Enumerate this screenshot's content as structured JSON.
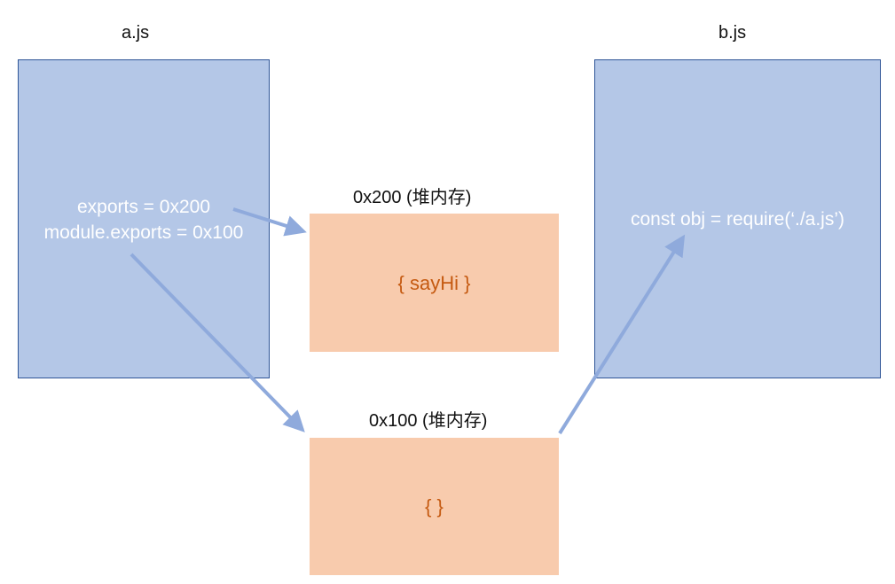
{
  "modules": {
    "a": {
      "title": "a.js",
      "line1": "exports = 0x200",
      "line2": "module.exports = 0x100"
    },
    "b": {
      "title": "b.js",
      "line1": "const obj = require(‘./a.js’)"
    }
  },
  "heap": {
    "h200": {
      "label": "0x200 (堆内存)",
      "content": "{ sayHi }"
    },
    "h100": {
      "label": "0x100 (堆内存)",
      "content": "{ }"
    }
  },
  "colors": {
    "module_fill": "#b4c7e7",
    "module_border": "#2f5597",
    "heap_fill": "#f8cbad",
    "heap_text": "#c55a11",
    "arrow": "#8faadc"
  }
}
